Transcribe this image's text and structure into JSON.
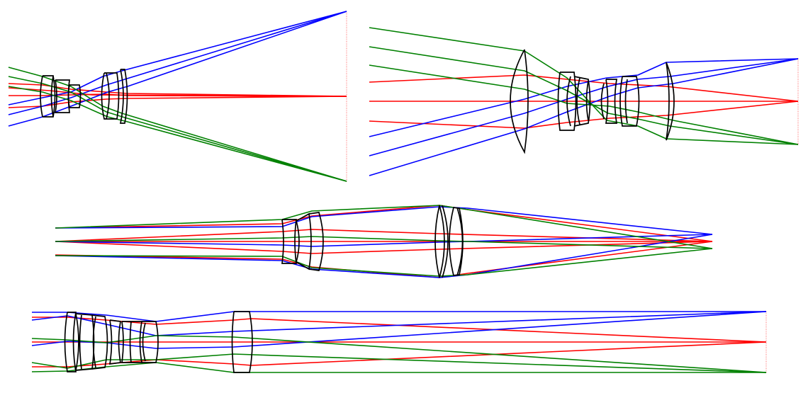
{
  "colors": {
    "background": "#ffffff",
    "lens_outline": "#000000",
    "ray_on_axis": "#ff0000",
    "ray_field_1": "#0000ff",
    "ray_field_2": "#008000",
    "image_plane": "#ff0000"
  },
  "diagrams": [
    {
      "id": "lens-layout-1",
      "ray_groups": [
        "on-axis",
        "field-up",
        "field-down"
      ]
    },
    {
      "id": "lens-layout-2",
      "ray_groups": [
        "on-axis",
        "field-up",
        "field-down"
      ]
    },
    {
      "id": "lens-layout-3",
      "ray_groups": [
        "on-axis",
        "field-up",
        "field-down"
      ]
    },
    {
      "id": "lens-layout-4",
      "ray_groups": [
        "on-axis",
        "field-up",
        "field-down"
      ]
    }
  ]
}
